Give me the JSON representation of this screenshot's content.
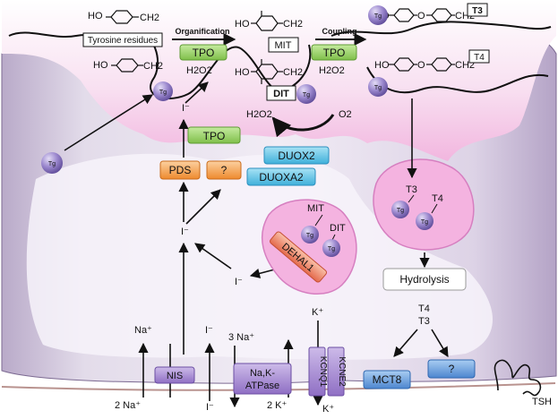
{
  "colloid": {
    "tyrosine_residues": "Tyrosine residues",
    "organification": "Organification",
    "coupling": "Coupling",
    "tpo": "TPO",
    "h2o2": "H2O2",
    "mit": "MIT",
    "dit": "DIT",
    "t3": "T3",
    "t4": "T4",
    "ho": "HO",
    "ch2": "CH2",
    "o": "O"
  },
  "cell": {
    "tg": "Tg",
    "iodide": "I⁻",
    "tpo": "TPO",
    "pds": "PDS",
    "unknown": "?",
    "duox2": "DUOX2",
    "duoxa2": "DUOXA2",
    "h2o2": "H2O2",
    "o2": "O2",
    "mit": "MIT",
    "dit": "DIT",
    "dehal1": "DEHAL1",
    "t3": "T3",
    "t4": "T4",
    "hydrolysis": "Hydrolysis",
    "t4_out": "T4",
    "t3_out": "T3"
  },
  "basal": {
    "na_plus": "Na⁺",
    "iodide": "I⁻",
    "three_na": "3 Na⁺",
    "k_plus": "K⁺",
    "nis": "NIS",
    "na_k_line1": "Na,K-",
    "na_k_line2": "ATPase",
    "kcnq1": "KCNQ1",
    "kcne2": "KCNE2",
    "mct8": "MCT8",
    "unknown": "?",
    "two_na": "2 Na⁺",
    "iodide_out": "I⁻",
    "two_k": "2 K⁺",
    "k_plus_out": "K⁺",
    "tsh": "TSH"
  },
  "colors": {
    "cell": "#d9cfe2",
    "colloid": "#f7c9ea",
    "vesicle": "#f2b8e0",
    "tpo": "#9bd26a",
    "orange": "#f6a24b",
    "duox": "#5fc3e6",
    "purple_box": "#a98bd3",
    "mct8": "#6a9fd8",
    "tg": "#9a86c8",
    "dehal": "#ef8d73"
  }
}
